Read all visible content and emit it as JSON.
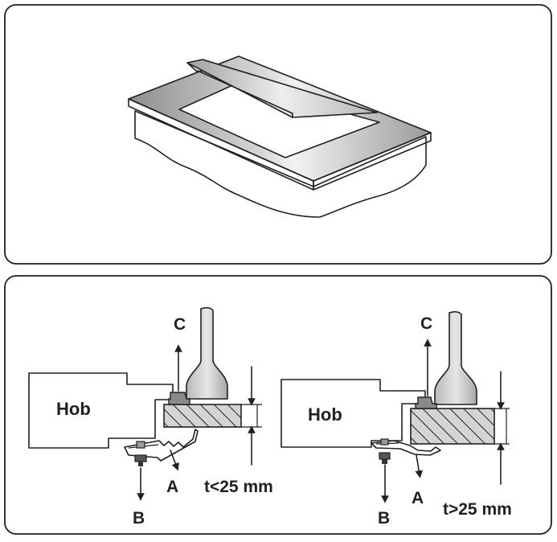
{
  "labels": {
    "left": {
      "hob": "Hob",
      "a": "A",
      "b": "B",
      "c": "C",
      "thickness": "t<25 mm"
    },
    "right": {
      "hob": "Hob",
      "a": "A",
      "b": "B",
      "c": "C",
      "thickness": "t>25 mm"
    }
  },
  "colors": {
    "line": "#231f20",
    "panel_bg": "#ffffff",
    "worktop_fill": "#d4d4d4",
    "tool_fill": "#cfcfcf"
  },
  "icons": [
    "hob-glass-panel",
    "screwdriver",
    "fixing-bracket",
    "screw",
    "worktop-section"
  ]
}
